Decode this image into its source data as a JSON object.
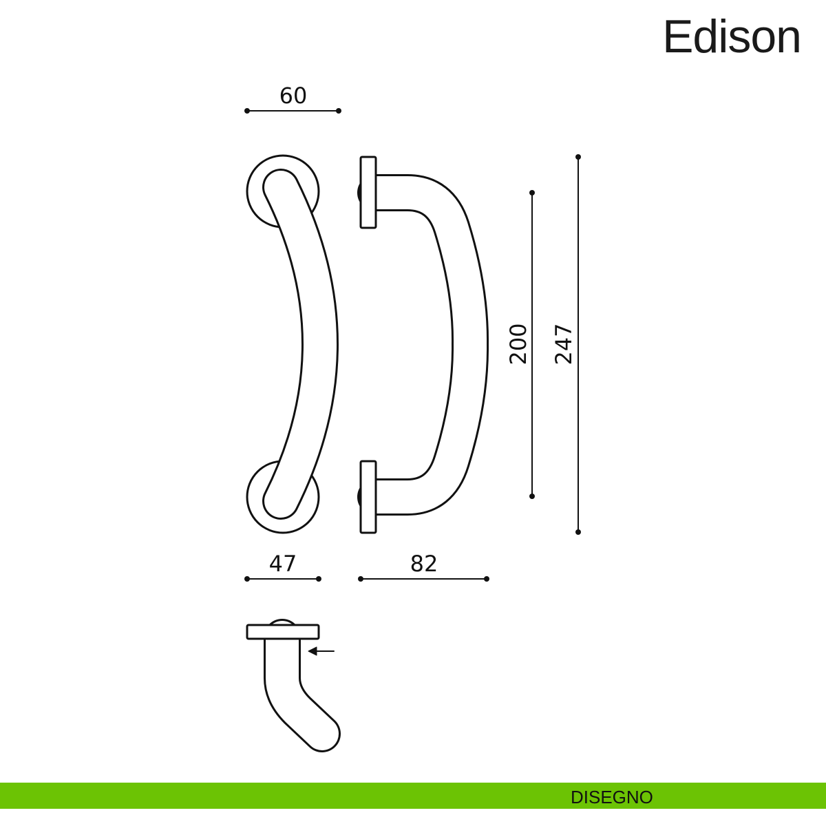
{
  "title": "Edison",
  "footer": {
    "label": "DISEGNO",
    "color": "#6cc304"
  },
  "dimensions": {
    "rose_diameter": "60",
    "rose_depth": "47",
    "projection": "82",
    "center_distance": "200",
    "total_length": "247"
  }
}
